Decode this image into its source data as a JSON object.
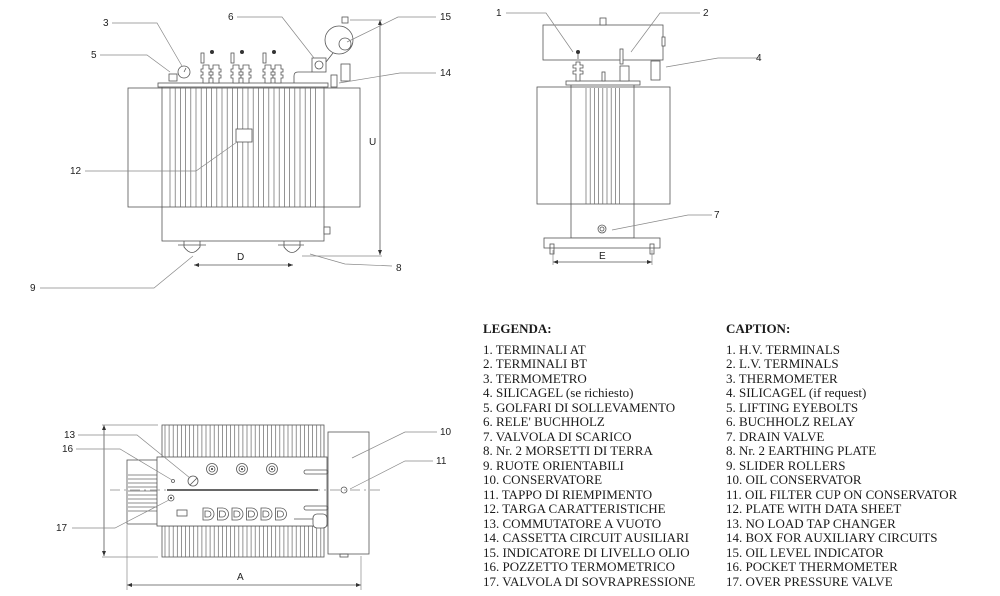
{
  "views": {
    "front": {
      "callouts": [
        "3",
        "5",
        "6",
        "15",
        "14",
        "12",
        "9",
        "8"
      ],
      "dimensions": {
        "height": "U",
        "width": "D"
      }
    },
    "side": {
      "callouts": [
        "1",
        "2",
        "4",
        "7"
      ],
      "dimensions": {
        "width": "E"
      }
    },
    "top": {
      "callouts": [
        "13",
        "16",
        "17",
        "10",
        "11"
      ],
      "dimensions": {
        "length": "A"
      }
    }
  },
  "legend_it": {
    "title": "LEGENDA:",
    "items": [
      "1. TERMINALI AT",
      "2. TERMINALI BT",
      "3. TERMOMETRO",
      "4. SILICAGEL (se richiesto)",
      "5. GOLFARI DI SOLLEVAMENTO",
      "6. RELE' BUCHHOLZ",
      "7. VALVOLA DI SCARICO",
      "8. Nr. 2 MORSETTI DI TERRA",
      "9. RUOTE ORIENTABILI",
      "10. CONSERVATORE",
      "11. TAPPO DI RIEMPIMENTO",
      "12. TARGA CARATTERISTICHE",
      "13. COMMUTATORE A VUOTO",
      "14. CASSETTA CIRCUIT AUSILIARI",
      "15. INDICATORE DI LIVELLO OLIO",
      "16. POZZETTO TERMOMETRICO",
      "17. VALVOLA DI SOVRAPRESSIONE"
    ]
  },
  "legend_en": {
    "title": "CAPTION:",
    "items": [
      "1. H.V. TERMINALS",
      "2. L.V. TERMINALS",
      "3. THERMOMETER",
      "4. SILICAGEL (if request)",
      "5. LIFTING EYEBOLTS",
      "6. BUCHHOLZ RELAY",
      "7. DRAIN VALVE",
      "8. Nr. 2 EARTHING PLATE",
      "9. SLIDER ROLLERS",
      "10. OIL CONSERVATOR",
      "11. OIL FILTER CUP ON CONSERVATOR",
      "12. PLATE WITH DATA SHEET",
      "13. NO LOAD TAP CHANGER",
      "14. BOX FOR AUXILIARY CIRCUITS",
      "15. OIL LEVEL INDICATOR",
      "16. POCKET THERMOMETER",
      "17. OVER PRESSURE VALVE"
    ]
  }
}
